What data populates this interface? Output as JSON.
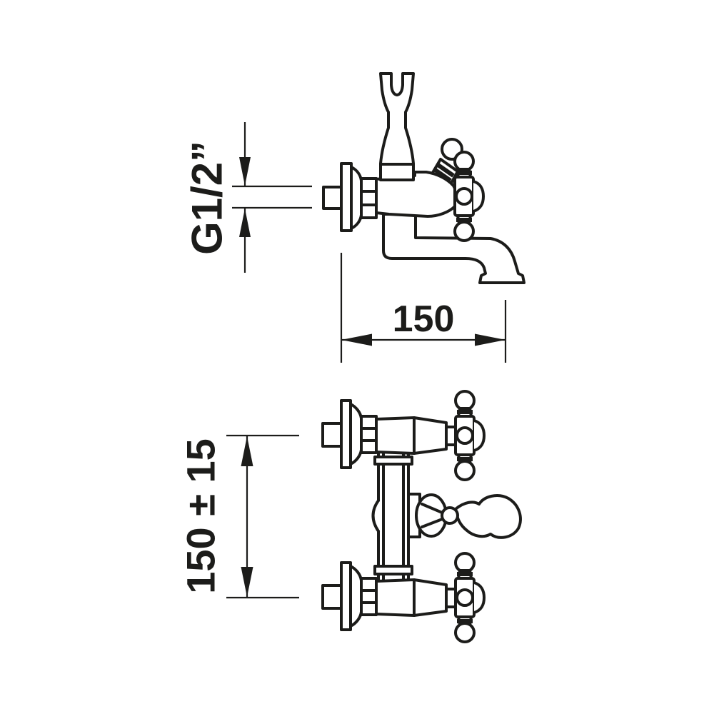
{
  "page": {
    "background_color": "#ffffff"
  },
  "drawing": {
    "line_color": "#1c1c1a",
    "labels": {
      "thread_size": "G1/2”",
      "spout_reach": "150",
      "mount_distance": "150 ± 15"
    }
  }
}
